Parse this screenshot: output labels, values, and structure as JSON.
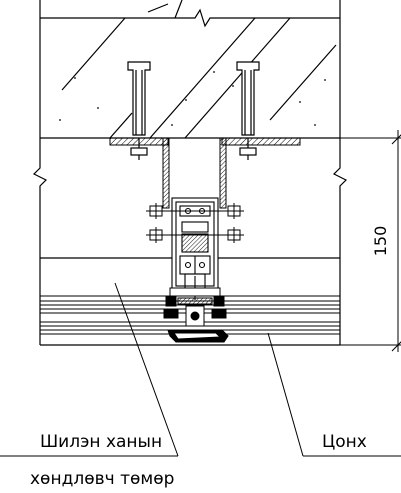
{
  "labels": {
    "dimension": "150",
    "left_callout_line1": "Шилэн ханын",
    "left_callout_line2": "хөндлөвч төмөр",
    "right_callout": "Цонх"
  },
  "colors": {
    "line": "#000000",
    "background": "#ffffff"
  }
}
